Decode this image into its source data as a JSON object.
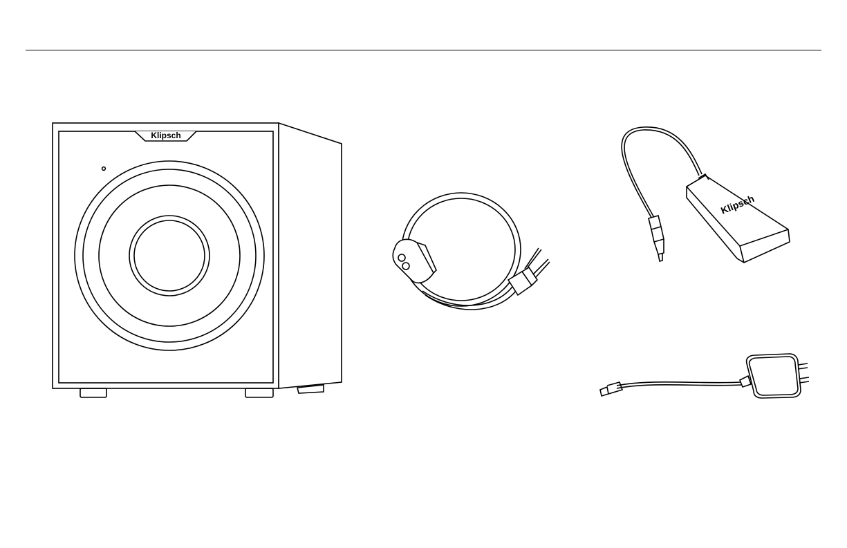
{
  "page": {
    "items": [
      {
        "id": "subwoofer",
        "logo_text": "Klipsch"
      },
      {
        "id": "power-cord"
      },
      {
        "id": "wireless-transmitter",
        "logo_text": "Klipsch"
      },
      {
        "id": "usb-power-adapter"
      }
    ]
  },
  "colors": {
    "line": "#000000",
    "background": "#ffffff"
  }
}
